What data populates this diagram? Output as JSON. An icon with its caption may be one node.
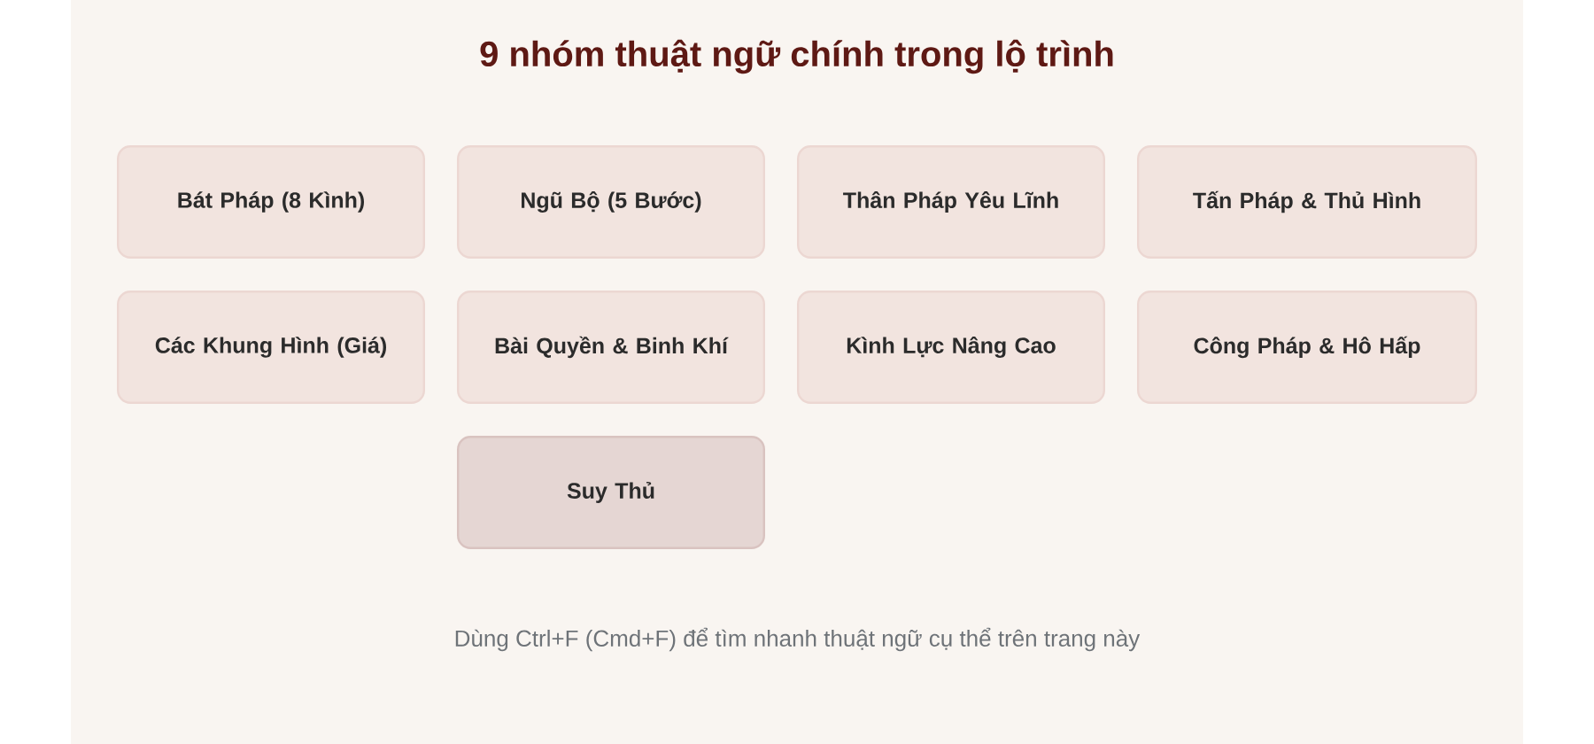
{
  "diagram": {
    "title": "9 nhóm thuật ngữ chính trong lộ trình",
    "nodes": [
      {
        "text": [
          "Bát Pháp (8 Kình)"
        ]
      },
      {
        "text": [
          "Ngũ Bộ (5 Bước)"
        ]
      },
      {
        "text": [
          "Thân Pháp Yêu Lĩnh"
        ]
      },
      {
        "text": [
          "Tấn Pháp & Thủ Hình"
        ]
      },
      {
        "text": [
          "Các Khung Hình (Giá)"
        ]
      },
      {
        "text": [
          "Bài Quyền & Binh Khí"
        ]
      },
      {
        "text": [
          "Kình Lực Nâng Cao"
        ]
      },
      {
        "text": [
          "Công Pháp & Hô Hấp"
        ]
      },
      {
        "text": [
          "Suy Thủ"
        ]
      }
    ],
    "labels": [
      "Dùng Ctrl+F (Cmd+F) để tìm nhanh thuật ngữ cụ thể trên trang này"
    ]
  }
}
